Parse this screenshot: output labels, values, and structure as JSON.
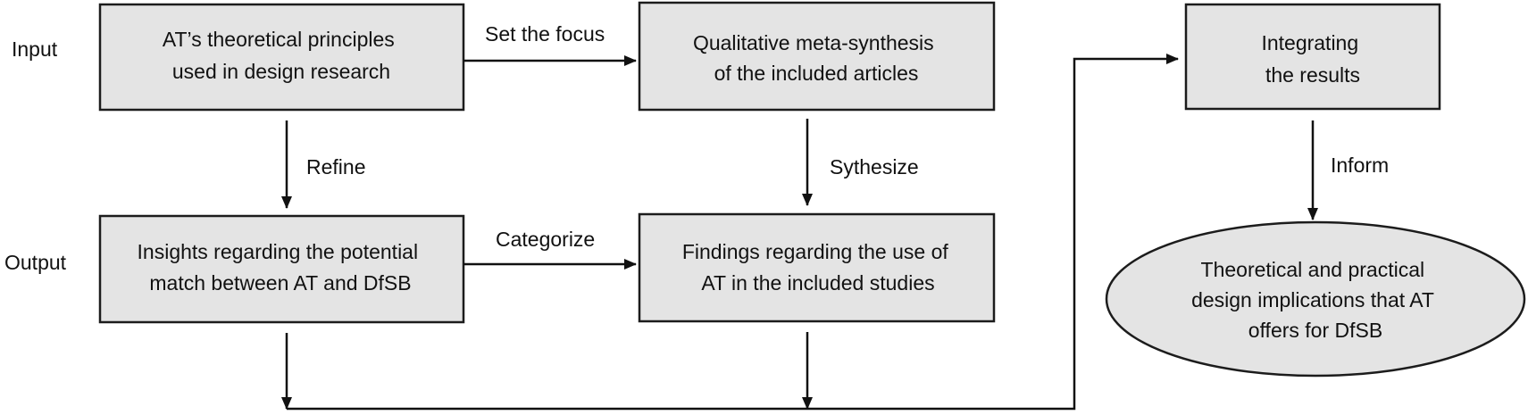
{
  "row_labels": {
    "input": "Input",
    "output": "Output"
  },
  "boxes": {
    "at_principles": {
      "lines": [
        "AT’s theoretical principles",
        "used in design research"
      ]
    },
    "meta_synthesis": {
      "lines": [
        "Qualitative meta-synthesis",
        "of the included articles"
      ]
    },
    "integrating": {
      "lines": [
        "Integrating",
        "the results"
      ]
    },
    "insights": {
      "lines": [
        "Insights regarding the potential",
        "match between AT and DfSB"
      ]
    },
    "findings": {
      "lines": [
        "Findings regarding the use of",
        "AT in the included studies"
      ]
    },
    "implications": {
      "lines": [
        "Theoretical and practical",
        "design implications that AT",
        "offers for DfSB"
      ]
    }
  },
  "edge_labels": {
    "set_focus": "Set the focus",
    "refine": "Refine",
    "sythesize": "Sythesize",
    "categorize": "Categorize",
    "inform": "Inform"
  },
  "colors": {
    "box_fill": "#e4e4e4",
    "stroke": "#111111",
    "text": "#111111"
  }
}
